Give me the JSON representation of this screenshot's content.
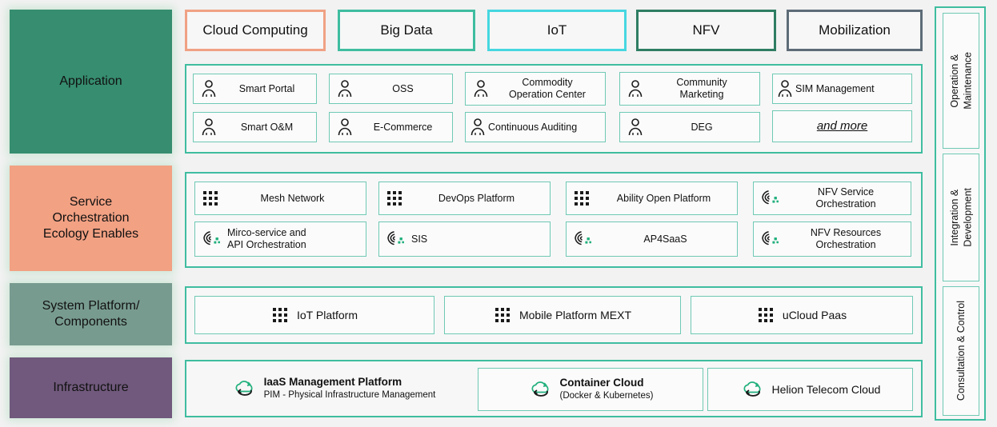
{
  "layers": [
    {
      "id": "application",
      "label": "Application",
      "color": "#368d6f"
    },
    {
      "id": "service-orchestration",
      "label": "Service\nOrchestration\nEcology Enables",
      "color": "#f2a183"
    },
    {
      "id": "system-platform",
      "label": "System Platform/\nComponents",
      "color": "#789b90"
    },
    {
      "id": "infrastructure",
      "label": "Infrastructure",
      "color": "#70597c"
    }
  ],
  "categories": [
    {
      "label": "Cloud Computing",
      "color": "#f0a184"
    },
    {
      "label": "Big Data",
      "color": "#3fbda0"
    },
    {
      "label": "IoT",
      "color": "#46d7e0"
    },
    {
      "label": "NFV",
      "color": "#2e7d62"
    },
    {
      "label": "Mobilization",
      "color": "#5d6b77"
    }
  ],
  "application_items": [
    {
      "label": "Smart Portal",
      "icon": "person-icon"
    },
    {
      "label": "OSS",
      "icon": "person-icon"
    },
    {
      "label": "Commodity\nOperation Center",
      "icon": "person-icon"
    },
    {
      "label": "Community\nMarketing",
      "icon": "person-icon"
    },
    {
      "label": "SIM Management",
      "icon": "person-icon"
    },
    {
      "label": "Smart O&M",
      "icon": "person-icon"
    },
    {
      "label": "E-Commerce",
      "icon": "person-icon"
    },
    {
      "label": "Continuous Auditing",
      "icon": "person-icon"
    },
    {
      "label": "DEG",
      "icon": "person-icon"
    },
    {
      "label": "and more",
      "icon": "none"
    }
  ],
  "service_items": [
    {
      "label": "Mesh Network",
      "icon": "grid-dots-icon"
    },
    {
      "label": "DevOps Platform",
      "icon": "grid-dots-icon"
    },
    {
      "label": "Ability Open Platform",
      "icon": "grid-dots-icon"
    },
    {
      "label": "NFV Service\nOrchestration",
      "icon": "orchestration-icon"
    },
    {
      "label": "Mirco-service and\nAPI Orchestration",
      "icon": "orchestration-icon"
    },
    {
      "label": "SIS",
      "icon": "orchestration-icon"
    },
    {
      "label": "AP4SaaS",
      "icon": "orchestration-icon"
    },
    {
      "label": "NFV Resources\nOrchestration",
      "icon": "orchestration-icon"
    }
  ],
  "system_items": [
    {
      "label": "IoT Platform",
      "icon": "grid-dots-icon"
    },
    {
      "label": "Mobile Platform MEXT",
      "icon": "grid-dots-icon"
    },
    {
      "label": "uCloud Paas",
      "icon": "grid-dots-icon"
    }
  ],
  "infrastructure_items": [
    {
      "title": "IaaS Management Platform",
      "subtitle": "PIM - Physical Infrastructure Management",
      "icon": "cloud-sync-icon"
    },
    {
      "title": "Container Cloud",
      "subtitle": "(Docker & Kubernetes)",
      "icon": "cloud-sync-icon"
    },
    {
      "title": "Helion Telecom Cloud",
      "subtitle": "",
      "icon": "cloud-sync-icon"
    }
  ],
  "right_rail": [
    {
      "label": "Operation &\nMaintenance"
    },
    {
      "label": "Integration &\nDevelopment"
    },
    {
      "label": "Consultation & Control"
    }
  ],
  "colors": {
    "accent_teal": "#3fbda0",
    "cell_border": "#6fc9b4",
    "panel_bg": "#f7f7f7",
    "page_bg": "#f2f2f2",
    "icon_dark": "#1a1a1a",
    "icon_green": "#22b07d"
  }
}
